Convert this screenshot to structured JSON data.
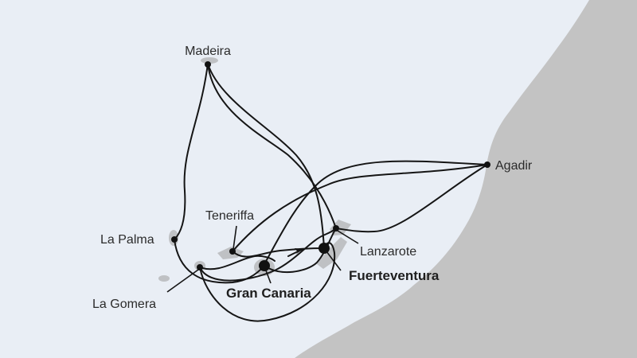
{
  "colors": {
    "ocean": "#e9eef5",
    "land": "#c3c3c3",
    "route": "#151515",
    "port": "#111111"
  },
  "ports": {
    "madeira": "Madeira",
    "agadir": "Agadir",
    "teneriffa": "Teneriffa",
    "la_palma": "La Palma",
    "lanzarote": "Lanzarote",
    "fuerteventura": "Fuerteventura",
    "la_gomera": "La Gomera",
    "gran_canaria": "Gran Canaria"
  },
  "highlighted_ports": [
    "Gran Canaria",
    "Fuerteventura"
  ],
  "icons": {
    "port_marker": "dot-marker",
    "direction_marker": "arrowhead-icon"
  }
}
